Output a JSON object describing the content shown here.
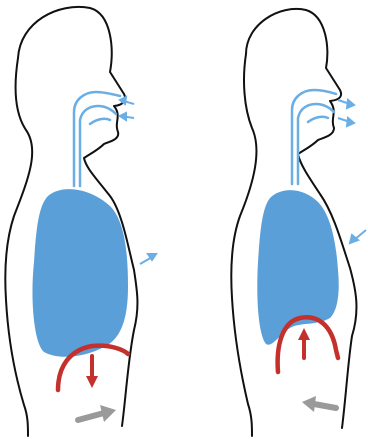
{
  "diagram": {
    "panels": [
      {
        "phase": "inhalation",
        "diaphragm_direction": "down",
        "airflow_direction": "in",
        "abdomen_arrow_direction": "right",
        "chest_arrow_direction": "out"
      },
      {
        "phase": "exhalation",
        "diaphragm_direction": "up",
        "airflow_direction": "out",
        "abdomen_arrow_direction": "left",
        "chest_arrow_direction": "in"
      }
    ],
    "colors": {
      "outline": "#111111",
      "lung": "#5b9fd8",
      "airway": "#6aaee6",
      "diaphragm": "#c4302b",
      "abdomen_arrow": "#9a9a9a"
    }
  }
}
